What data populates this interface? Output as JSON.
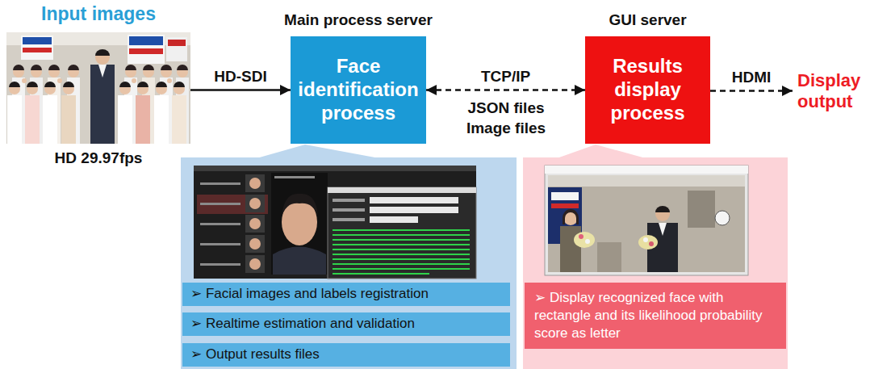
{
  "diagram": {
    "nodes": [
      {
        "text": [
          "Input images",
          "HD 29.97fps"
        ]
      },
      {
        "text": [
          "Main process server",
          "Face identification process"
        ]
      },
      {
        "text": [
          "GUI server",
          "Results display process"
        ]
      },
      {
        "text": [
          "Display output"
        ]
      },
      {
        "text": [
          "➢ Facial images and labels registration"
        ]
      },
      {
        "text": [
          "➢ Realtime estimation and validation"
        ]
      },
      {
        "text": [
          "➢ Output results files"
        ]
      },
      {
        "text": [
          "➢ Display recognized face with rectangle and its likelihood probability score as letter"
        ]
      }
    ],
    "edges": [
      {
        "from": 0,
        "to": 1,
        "label": "HD-SDI",
        "arrow": "to"
      },
      {
        "from": 1,
        "to": 2,
        "label": "TCP/IP",
        "arrow": "both"
      },
      {
        "from": 2,
        "to": 3,
        "label": "HDMI",
        "arrow": "to"
      }
    ],
    "labels": [
      "JSON files",
      "Image files"
    ]
  }
}
